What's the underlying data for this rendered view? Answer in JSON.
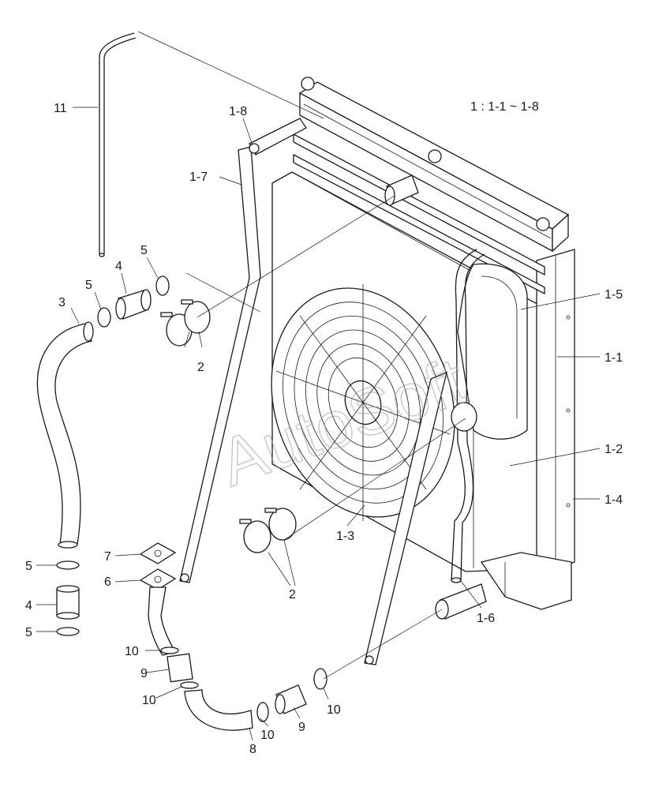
{
  "legend": "1 : 1-1 ~ 1-8",
  "watermark": "AutoSoft",
  "callouts": {
    "c11": "11",
    "c1_8": "1-8",
    "c1_7": "1-7",
    "c5_top": "5",
    "c4_top": "4",
    "c5_mid": "5",
    "c3": "3",
    "c2_top": "2",
    "c1_5": "1-5",
    "c1_1": "1-1",
    "c1_2": "1-2",
    "c1_4": "1-4",
    "c1_3": "1-3",
    "c2_bot": "2",
    "c1_6": "1-6",
    "c7": "7",
    "c6": "6",
    "c5_low1": "5",
    "c4_low": "4",
    "c5_low2": "5",
    "c10_a": "10",
    "c9_a": "9",
    "c10_b": "10",
    "c10_c": "10",
    "c9_b": "9",
    "c10_d": "10",
    "c8": "8"
  },
  "colors": {
    "line": "#1a1a1a",
    "watermark": "#9a9a9a",
    "background": "#ffffff"
  }
}
